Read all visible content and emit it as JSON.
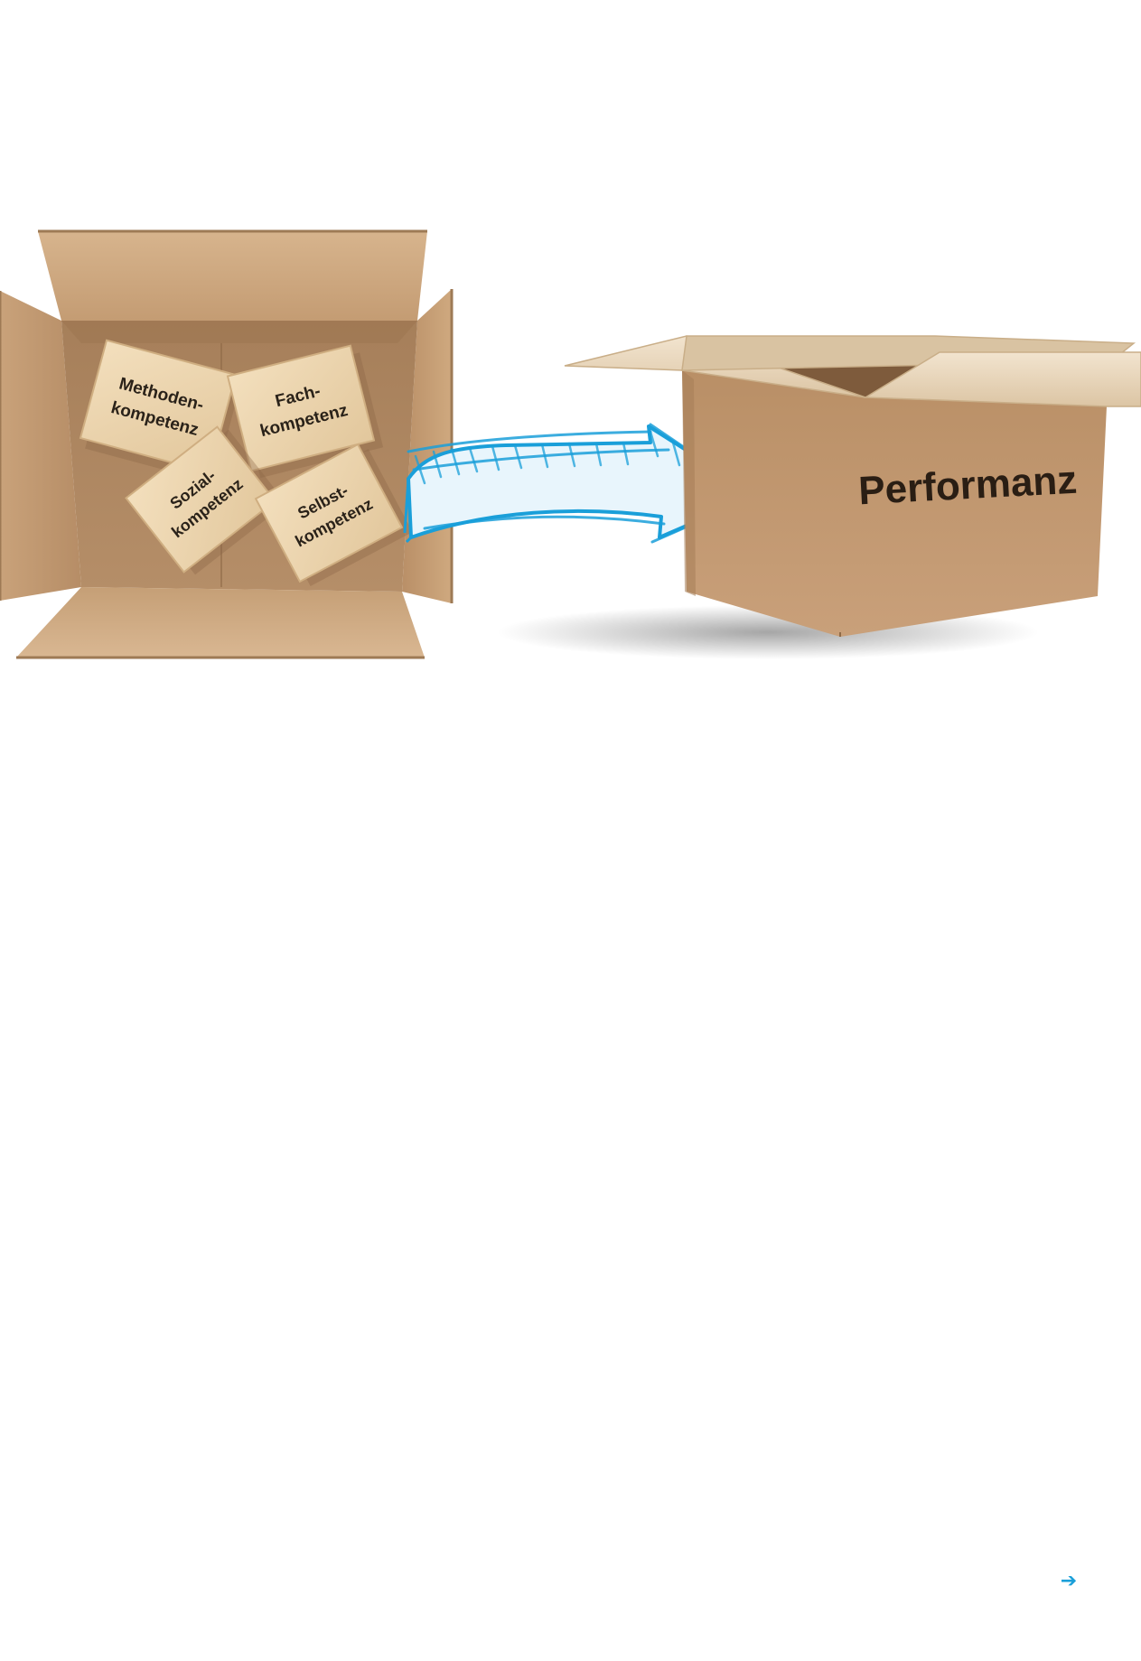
{
  "diagram": {
    "source_box": {
      "cubes": [
        {
          "line1": "Methoden-",
          "line2": "kompetenz"
        },
        {
          "line1": "Fach-",
          "line2": "kompetenz"
        },
        {
          "line1": "Sozial-",
          "line2": "kompetenz"
        },
        {
          "line1": "Selbst-",
          "line2": "kompetenz"
        }
      ]
    },
    "arrow": {
      "color": "#1a9fd9",
      "icon": "sketch-arrow-right-icon"
    },
    "target_box": {
      "label": "Performanz"
    }
  },
  "navigation": {
    "next_icon": "arrow-right-icon",
    "next_glyph": "➔",
    "accent_color": "#1a9fd9"
  }
}
